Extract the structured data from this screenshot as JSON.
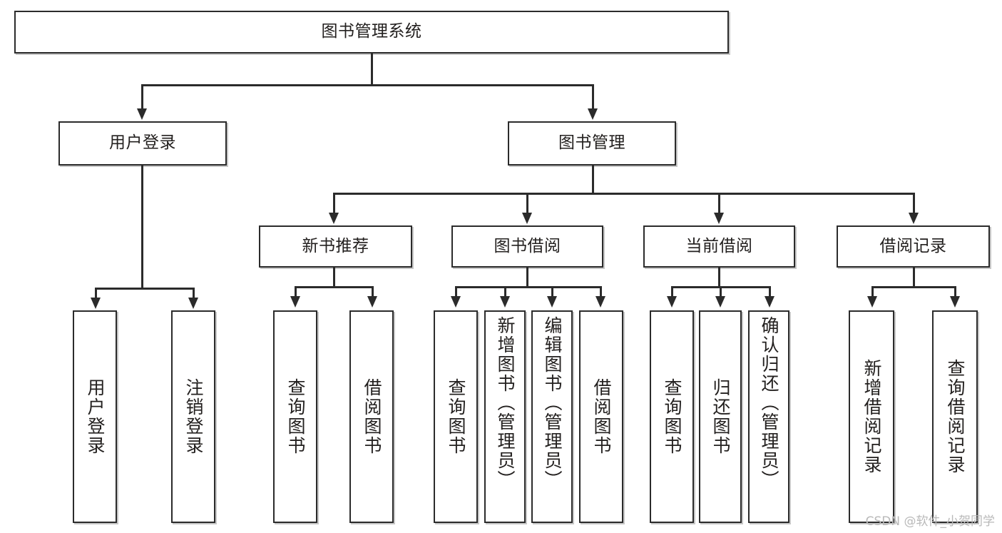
{
  "diagram": {
    "title": "图书管理系统",
    "type": "tree",
    "watermark": "CSDN @软件_小贺同学",
    "colors": {
      "box_border": "#2b2b2b",
      "box_fill": "#ffffff",
      "connector": "#2b2b2b",
      "text": "#23201f",
      "watermark": "#b9b9b9",
      "background": "#ffffff"
    },
    "root": {
      "label": "图书管理系统"
    },
    "level1": [
      {
        "label": "用户登录"
      },
      {
        "label": "图书管理"
      }
    ],
    "level2": [
      {
        "label": "新书推荐"
      },
      {
        "label": "图书借阅"
      },
      {
        "label": "当前借阅"
      },
      {
        "label": "借阅记录"
      }
    ],
    "leaves": {
      "user_login": [
        {
          "label": "用户登录"
        },
        {
          "label": "注销登录"
        }
      ],
      "new_book": [
        {
          "label": "查询图书"
        },
        {
          "label": "借阅图书"
        }
      ],
      "book_borrow": [
        {
          "label": "查询图书"
        },
        {
          "label": "新增图书（管理员）"
        },
        {
          "label": "编辑图书（管理员）"
        },
        {
          "label": "借阅图书"
        }
      ],
      "current_borrow": [
        {
          "label": "查询图书"
        },
        {
          "label": "归还图书"
        },
        {
          "label": "确认归还（管理员）"
        }
      ],
      "borrow_record": [
        {
          "label": "新增借阅记录"
        },
        {
          "label": "查询借阅记录"
        }
      ]
    }
  }
}
